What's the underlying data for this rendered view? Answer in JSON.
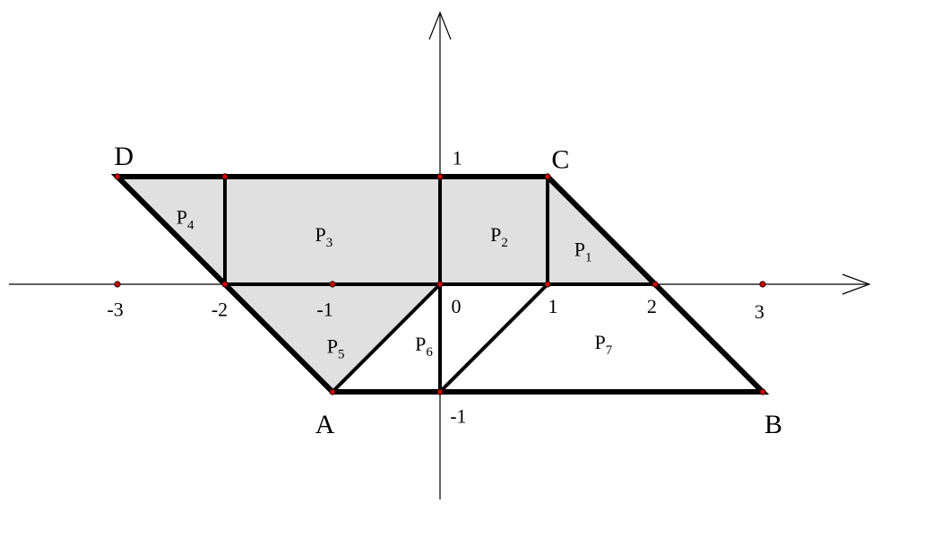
{
  "diagram": {
    "x_ticks": [
      {
        "v": -3,
        "label": "-3"
      },
      {
        "v": -2,
        "label": "-2"
      },
      {
        "v": -1,
        "label": "-1"
      },
      {
        "v": 0,
        "label": "0"
      },
      {
        "v": 1,
        "label": "1"
      },
      {
        "v": 2,
        "label": "2"
      },
      {
        "v": 3,
        "label": "3"
      }
    ],
    "y_ticks": [
      {
        "v": 1,
        "label": "1"
      },
      {
        "v": -1,
        "label": "-1"
      }
    ],
    "vertices": [
      {
        "id": "A",
        "label": "A",
        "x": -1,
        "y": -1
      },
      {
        "id": "B",
        "label": "B",
        "x": 3,
        "y": -1
      },
      {
        "id": "C",
        "label": "C",
        "x": 1,
        "y": 1
      },
      {
        "id": "D",
        "label": "D",
        "x": -3,
        "y": 1
      }
    ],
    "points": [
      [
        -3,
        1
      ],
      [
        -2,
        1
      ],
      [
        0,
        1
      ],
      [
        1,
        1
      ],
      [
        -3,
        0
      ],
      [
        -2,
        0
      ],
      [
        -1,
        0
      ],
      [
        0,
        0
      ],
      [
        1,
        0
      ],
      [
        2,
        0
      ],
      [
        3,
        0
      ],
      [
        -1,
        -1
      ],
      [
        0,
        -1
      ],
      [
        3,
        -1
      ]
    ],
    "regions": [
      {
        "id": "P1",
        "base": "P",
        "sub": "1",
        "shaded": true,
        "polygon": [
          [
            1,
            1
          ],
          [
            2,
            0
          ],
          [
            1,
            0
          ]
        ],
        "label_at": [
          1.33,
          0.32
        ]
      },
      {
        "id": "P2",
        "base": "P",
        "sub": "2",
        "shaded": true,
        "polygon": [
          [
            0,
            1
          ],
          [
            1,
            1
          ],
          [
            1,
            0
          ],
          [
            0,
            0
          ]
        ],
        "label_at": [
          0.55,
          0.46
        ]
      },
      {
        "id": "P3",
        "base": "P",
        "sub": "3",
        "shaded": true,
        "polygon": [
          [
            -2,
            1
          ],
          [
            0,
            1
          ],
          [
            0,
            0
          ],
          [
            -2,
            0
          ]
        ],
        "label_at": [
          -1.08,
          0.46
        ]
      },
      {
        "id": "P4",
        "base": "P",
        "sub": "4",
        "shaded": true,
        "polygon": [
          [
            -3,
            1
          ],
          [
            -2,
            1
          ],
          [
            -2,
            0
          ]
        ],
        "label_at": [
          -2.37,
          0.62
        ]
      },
      {
        "id": "P5",
        "base": "P",
        "sub": "5",
        "shaded": true,
        "polygon": [
          [
            -2,
            0
          ],
          [
            0,
            0
          ],
          [
            -1,
            -1
          ]
        ],
        "label_at": [
          -0.97,
          -0.58
        ]
      },
      {
        "id": "P6",
        "base": "P",
        "sub": "6",
        "shaded": false,
        "polygon": [
          [
            0,
            0
          ],
          [
            -1,
            -1
          ],
          [
            0,
            -1
          ]
        ],
        "label_at": [
          -0.15,
          -0.56
        ]
      },
      {
        "id": "P7",
        "base": "P",
        "sub": "7",
        "shaded": false,
        "polygon": [
          [
            1,
            0
          ],
          [
            2,
            0
          ],
          [
            3,
            -1
          ],
          [
            0,
            -1
          ]
        ],
        "label_at": [
          1.52,
          -0.54
        ]
      }
    ],
    "outline": [
      [
        -3,
        1
      ],
      [
        1,
        1
      ],
      [
        3,
        -1
      ],
      [
        -1,
        -1
      ]
    ],
    "inner_edges": [
      [
        [
          -2,
          1
        ],
        [
          -2,
          0
        ]
      ],
      [
        [
          0,
          1
        ],
        [
          0,
          -1
        ]
      ],
      [
        [
          1,
          1
        ],
        [
          1,
          0
        ]
      ],
      [
        [
          -2,
          0
        ],
        [
          2,
          0
        ]
      ],
      [
        [
          0,
          0
        ],
        [
          -1,
          -1
        ]
      ],
      [
        [
          1,
          0
        ],
        [
          0,
          -1
        ]
      ]
    ],
    "colors": {
      "shade": "#e0e0e0",
      "line": "#000000",
      "point": "#cc0000"
    }
  }
}
